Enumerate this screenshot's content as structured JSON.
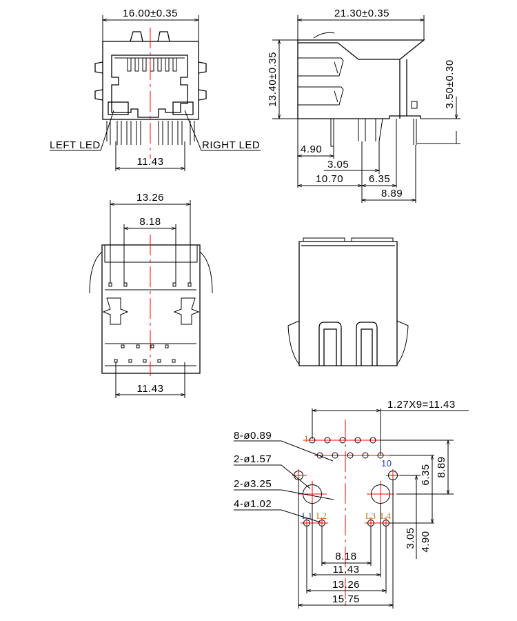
{
  "front_view": {
    "width_dim": "16.00±0.35",
    "pin_span_dim": "11.43",
    "left_led_label": "LEFT LED",
    "right_led_label": "RIGHT LED"
  },
  "side_view": {
    "length_dim": "21.30±0.35",
    "height_dim": "13.40±0.35",
    "standoff_dim": "3.50±0.30",
    "dim_4_90": "4.90",
    "dim_3_05": "3.05",
    "dim_10_70": "10.70",
    "dim_6_35": "6.35",
    "dim_8_89": "8.89"
  },
  "bottom_view": {
    "dim_13_26": "13.26",
    "dim_8_18": "8.18",
    "dim_11_43": "11.43"
  },
  "footprint": {
    "pitch_dim": "1.27X9=11.43",
    "callout_signal_holes": "8-ø0.89",
    "callout_shield_holes": "2-ø1.57",
    "callout_mount_holes": "2-ø3.25",
    "callout_led_holes": "4-ø1.02",
    "pin1_label": "1",
    "pin10_label": "10",
    "led_labels": [
      "L1",
      "L2",
      "L3",
      "L4"
    ],
    "dim_8_89": "8.89",
    "dim_6_35": "6.35",
    "dim_3_05": "3.05",
    "dim_4_90": "4.90",
    "dim_8_18": "8.18",
    "dim_11_43": "11.43",
    "dim_13_26": "13.26",
    "dim_15_75": "15.75"
  },
  "colors": {
    "centerline": "#ff0000",
    "pin1": "#b07a10",
    "pin10": "#1f3f9f"
  }
}
